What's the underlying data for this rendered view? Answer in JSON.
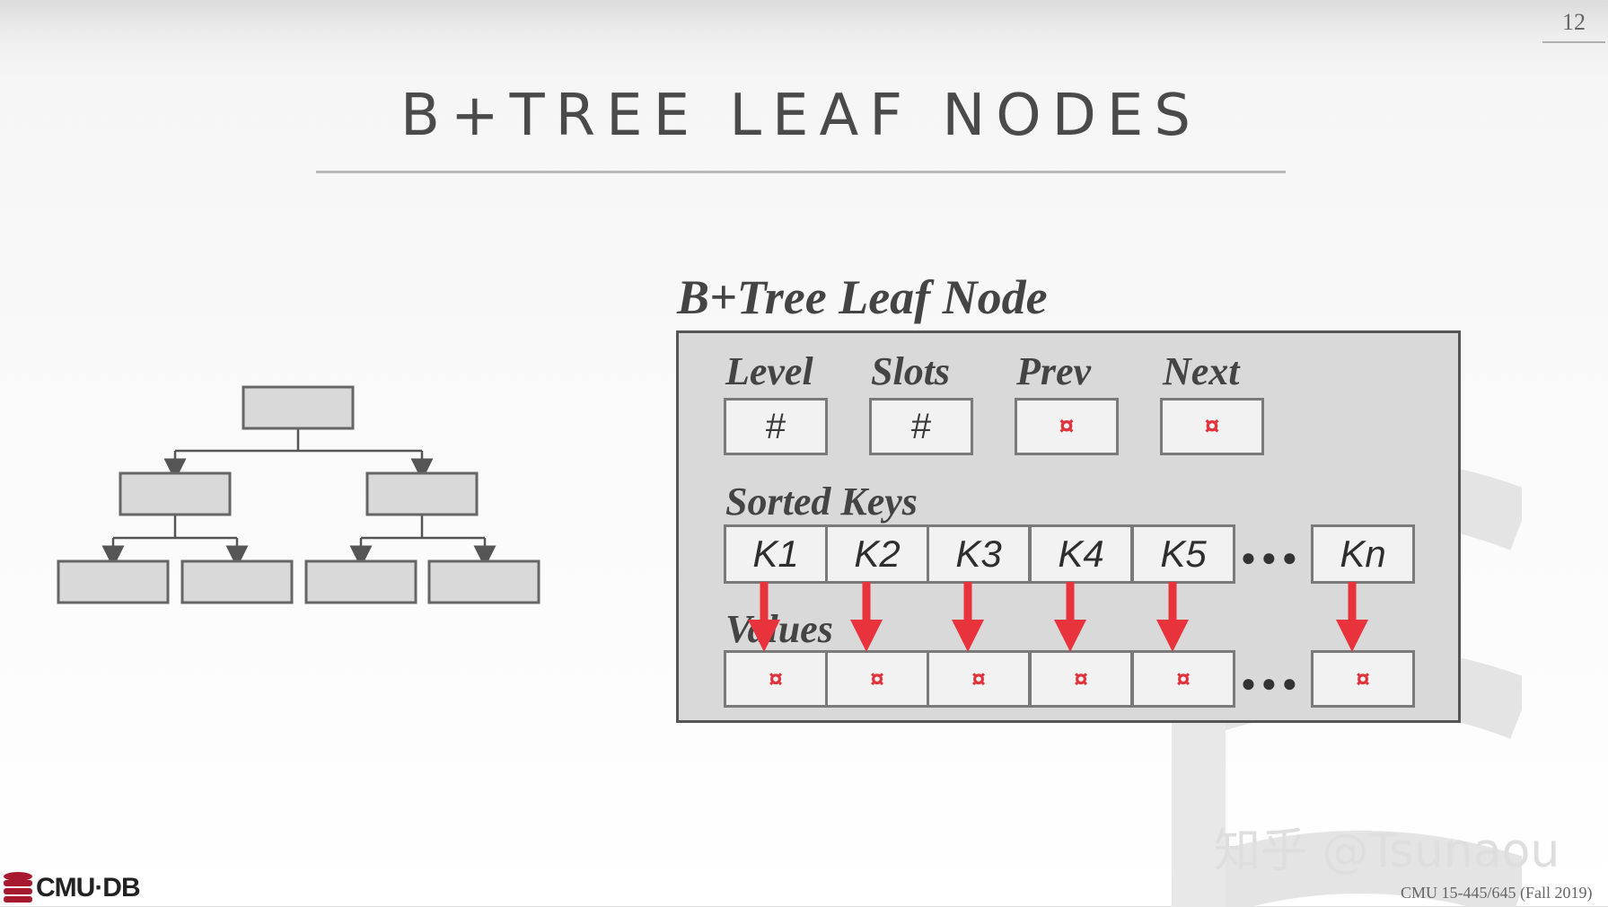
{
  "slide": {
    "page_number": "12",
    "title": "B+TREE LEAF NODES",
    "footer": "CMU 15-445/645 (Fall 2019)",
    "logo_text": "CMU·DB",
    "watermark": "知乎 @Tsunaou"
  },
  "leaf_node": {
    "caption": "B+Tree Leaf Node",
    "header_fields": [
      {
        "label": "Level",
        "value": "#"
      },
      {
        "label": "Slots",
        "value": "#"
      },
      {
        "label": "Prev",
        "value": "¤"
      },
      {
        "label": "Next",
        "value": "¤"
      }
    ],
    "sorted_keys_label": "Sorted Keys",
    "keys": [
      "K1",
      "K2",
      "K3",
      "K4",
      "K5",
      "Kn"
    ],
    "values_label": "Values",
    "values": [
      "¤",
      "¤",
      "¤",
      "¤",
      "¤",
      "¤"
    ],
    "ellipsis": "●●●"
  },
  "colors": {
    "pointer_red": "#e0333b",
    "panel_bg": "#d9d9d9",
    "tree_box_fill": "#d9d9d9"
  }
}
